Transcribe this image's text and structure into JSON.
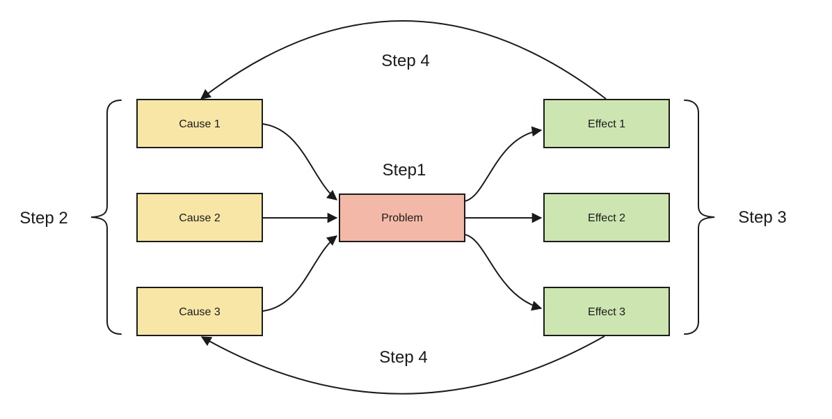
{
  "diagram": {
    "boxes": {
      "cause1": {
        "label": "Cause 1"
      },
      "cause2": {
        "label": "Cause 2"
      },
      "cause3": {
        "label": "Cause 3"
      },
      "problem": {
        "label": "Problem"
      },
      "effect1": {
        "label": "Effect 1"
      },
      "effect2": {
        "label": "Effect 2"
      },
      "effect3": {
        "label": "Effect 3"
      }
    },
    "labels": {
      "step1": "Step1",
      "step2": "Step 2",
      "step3": "Step 3",
      "step4_top": "Step 4",
      "step4_bottom": "Step 4"
    },
    "edges": [
      {
        "from": "cause1",
        "to": "problem"
      },
      {
        "from": "cause2",
        "to": "problem"
      },
      {
        "from": "cause3",
        "to": "problem"
      },
      {
        "from": "problem",
        "to": "effect1"
      },
      {
        "from": "problem",
        "to": "effect2"
      },
      {
        "from": "problem",
        "to": "effect3"
      },
      {
        "from": "effect1",
        "to": "cause1",
        "label": "Step 4"
      },
      {
        "from": "effect3",
        "to": "cause3",
        "label": "Step 4"
      }
    ],
    "colors": {
      "cause_fill": "#F7E6A5",
      "effect_fill": "#CCE5B1",
      "problem_fill": "#F4B8A8",
      "stroke": "#1A1A1A",
      "background": "#FFFFFF"
    }
  }
}
